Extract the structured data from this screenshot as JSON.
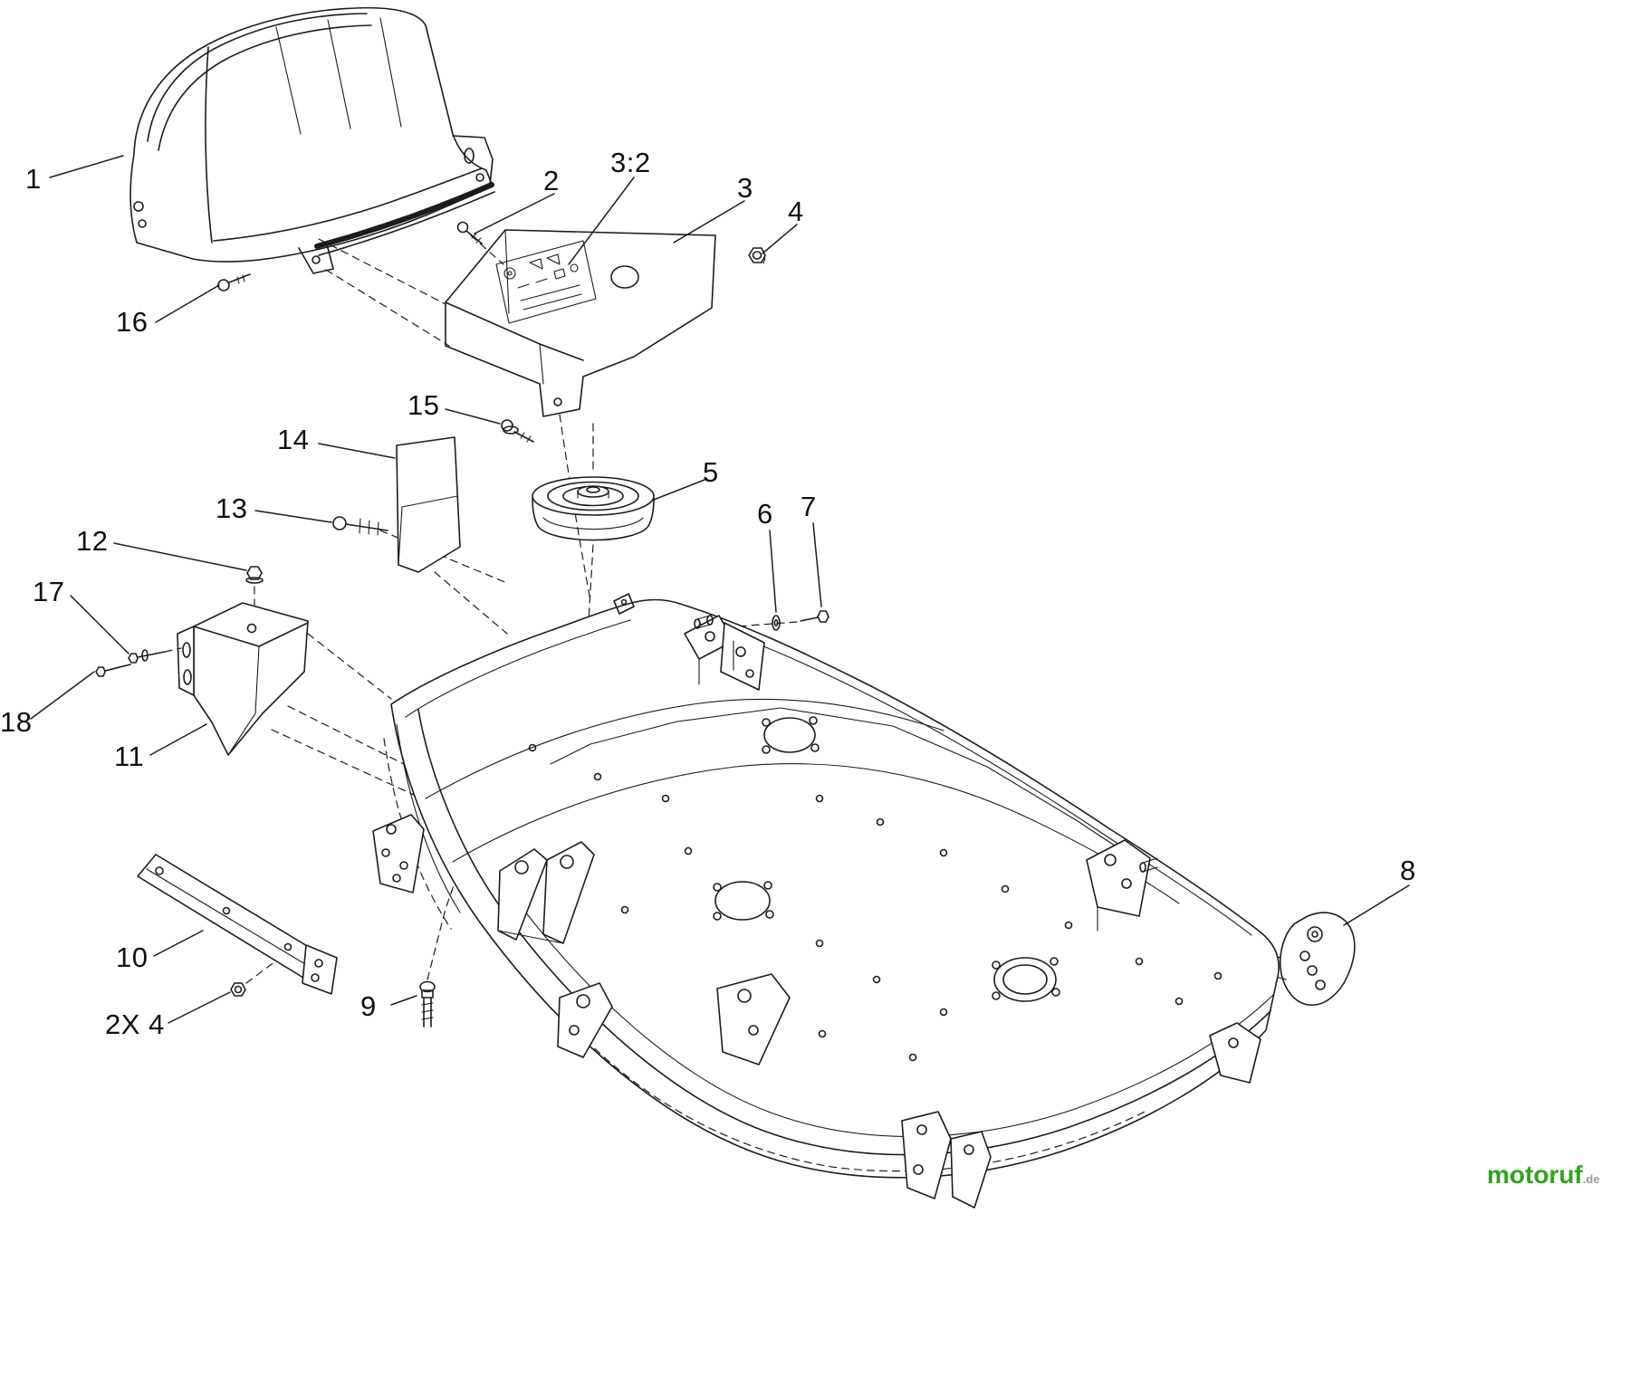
{
  "diagram": {
    "callouts": [
      {
        "label": "1"
      },
      {
        "label": "2"
      },
      {
        "label": "3:2"
      },
      {
        "label": "3"
      },
      {
        "label": "4"
      },
      {
        "label": "5"
      },
      {
        "label": "6"
      },
      {
        "label": "7"
      },
      {
        "label": "8"
      },
      {
        "label": "9"
      },
      {
        "label": "10"
      },
      {
        "label": "11"
      },
      {
        "label": "12"
      },
      {
        "label": "13"
      },
      {
        "label": "14"
      },
      {
        "label": "15"
      },
      {
        "label": "16"
      },
      {
        "label": "17"
      },
      {
        "label": "18"
      },
      {
        "label": "2X 4"
      }
    ],
    "colors": {
      "line": "#1c1c1c",
      "background": "#ffffff",
      "logo_green": "#2fa41d",
      "logo_gray": "#9a9a9a"
    }
  },
  "logo": {
    "name": "motoruf",
    "tld": ".de"
  }
}
